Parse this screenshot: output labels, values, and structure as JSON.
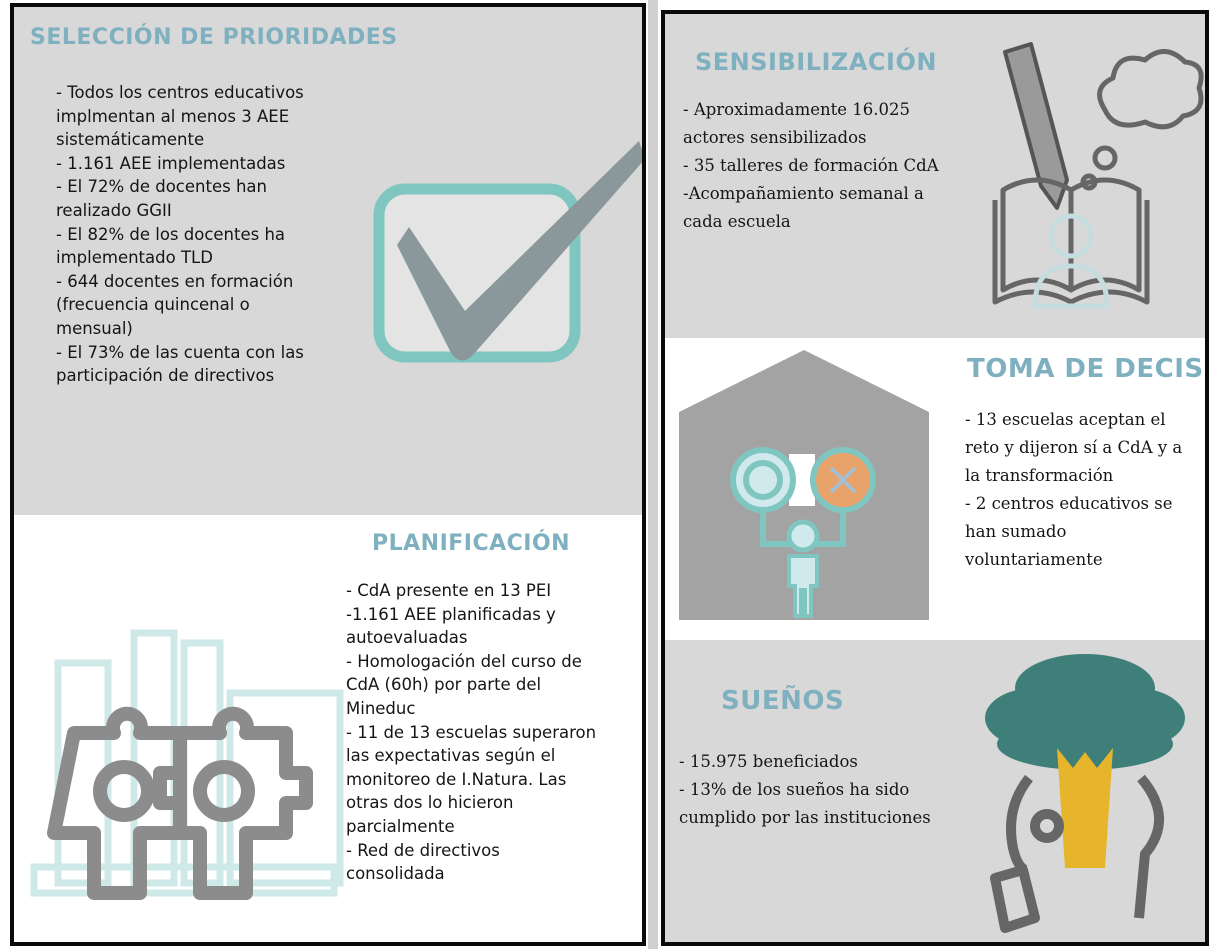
{
  "left": {
    "seleccion": {
      "title": "SELECCIÓN DE PRIORIDADES",
      "lines": [
        "- Todos los centros educativos",
        "implmentan al menos 3 AEE",
        "sistemáticamente",
        "- 1.161 AEE implementadas",
        "- El 72% de docentes han",
        "realizado GGII",
        "- El 82% de los docentes ha",
        "implementado TLD",
        "- 644 docentes en formación",
        "(frecuencia quincenal o",
        "mensual)",
        "- El 73% de las cuenta con las",
        "participación de directivos"
      ],
      "icon": "checkmark-box-icon"
    },
    "planificacion": {
      "title": "PLANIFICACIÓN",
      "lines": [
        "-  CdA presente en 13 PEI",
        "-1.161 AEE planificadas y",
        "autoevaluadas",
        "- Homologación del curso de",
        "CdA (60h) por parte del",
        "Mineduc",
        "- 11 de 13 escuelas superaron",
        "las expectativas según el",
        "monitoreo de I.Natura. Las",
        "otras dos lo hicieron",
        "parcialmente",
        "- Red de directivos",
        "consolidada"
      ],
      "icon": "puzzle-gears-icon"
    }
  },
  "right": {
    "sensibilizacion": {
      "title": "SENSIBILIZACIÓN",
      "lines": [
        "- Aproximadamente 16.025",
        "actores sensibilizados",
        "- 35 talleres de formación CdA",
        "-Acompañamiento semanal a",
        "cada escuela"
      ],
      "icon": "pencil-book-thought-icon"
    },
    "toma": {
      "title": "TOMA DE DECISIÓN",
      "lines": [
        "- 13 escuelas aceptan el",
        "reto y dijeron sí a CdA y a",
        "la transformación",
        "- 2 centros educativos se",
        "han sumado",
        "voluntariamente"
      ],
      "icon": "person-choice-house-icon"
    },
    "suenos": {
      "title": "SUEÑOS",
      "lines": [
        "- 15.975 beneficiados",
        "- 13% de los sueños ha sido",
        "cumplido por las instituciones"
      ],
      "icon": "head-tree-icon"
    }
  },
  "colors": {
    "title": "#7eb0c0",
    "gray_bg": "#d8d8d8",
    "teal": "#7fc6c1",
    "icon_gray": "#8c8c8c",
    "orange": "#e8a36a",
    "yellow": "#e7b52c",
    "leaf": "#3e7f7a"
  }
}
